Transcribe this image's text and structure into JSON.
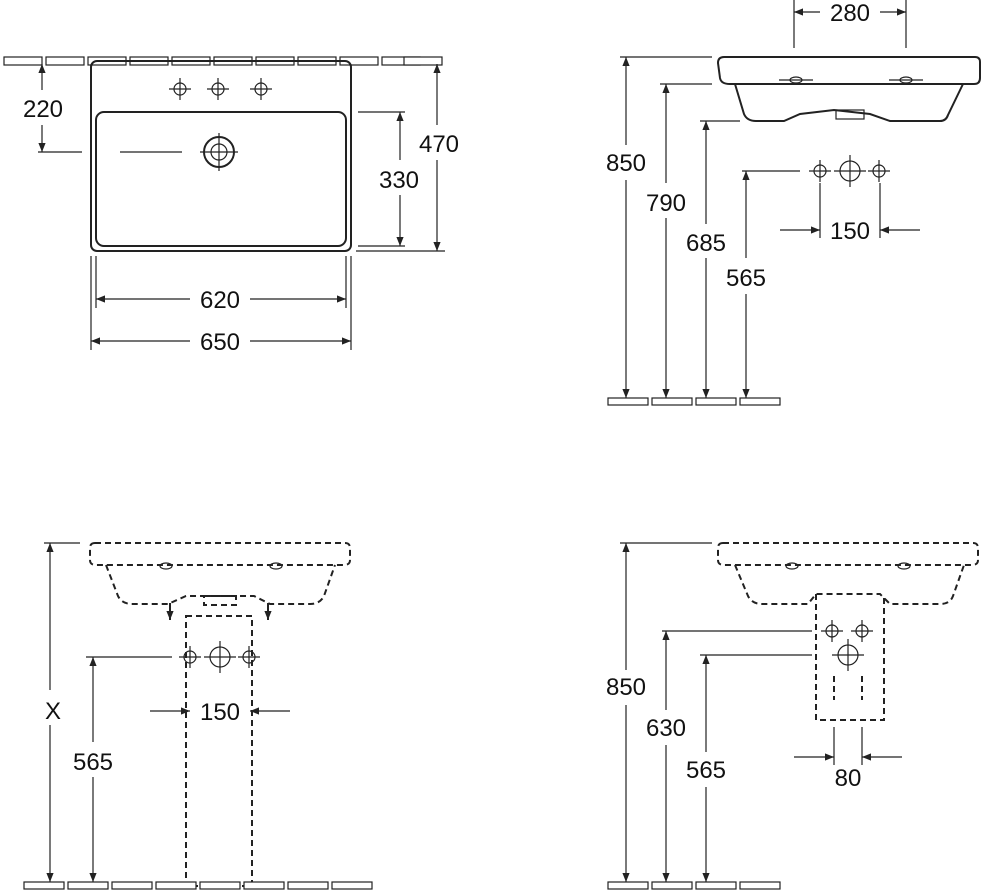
{
  "views": {
    "top": {
      "d620": "620",
      "d650": "650",
      "d220": "220",
      "d330": "330",
      "d470": "470"
    },
    "side": {
      "d280": "280",
      "d850": "850",
      "d790": "790",
      "d685": "685",
      "d565": "565",
      "d150": "150"
    },
    "pedestal": {
      "dX": "X",
      "d565": "565",
      "d150": "150"
    },
    "semi_pedestal": {
      "d850": "850",
      "d630": "630",
      "d565": "565",
      "d80": "80"
    }
  }
}
